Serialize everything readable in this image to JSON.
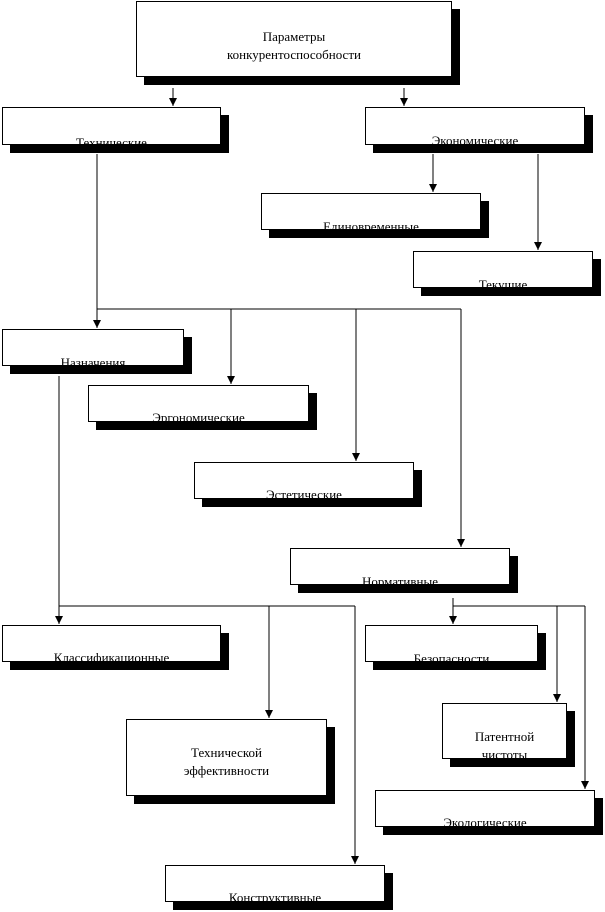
{
  "diagram": {
    "root": "Параметры\nконкурентоспособности",
    "technical": "Технические",
    "economic": "Экономические",
    "one_time": "Единовременные",
    "current": "Текущие",
    "purpose": "Назначения",
    "ergonomic": "Эргономические",
    "aesthetic": "Эстетические",
    "normative": "Нормативные",
    "classification": "Классификационные",
    "tech_efficiency": "Технической\nэффективности",
    "construction": "Конструктивные",
    "safety": "Безопасности",
    "patent_purity": "Патентной\nчистоты",
    "ecological": "Экологические"
  }
}
